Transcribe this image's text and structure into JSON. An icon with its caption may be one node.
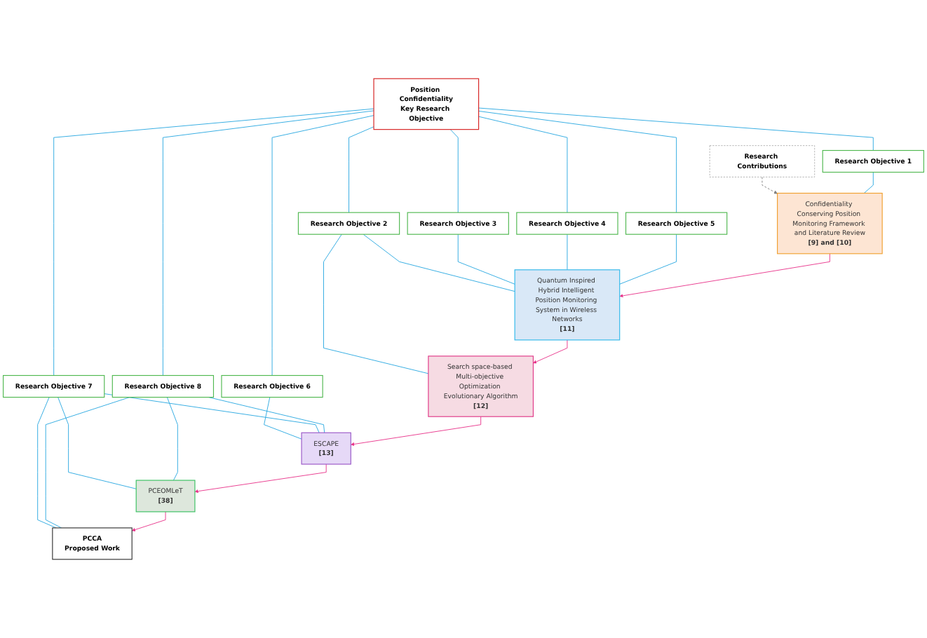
{
  "diagram": {
    "nodes": [
      {
        "text": [
          "Position Confidentiality",
          "Key Research Objective"
        ]
      },
      {
        "text": [
          "Research Objective 1"
        ]
      },
      {
        "text": [
          "Research Objective 2"
        ]
      },
      {
        "text": [
          "Research Objective 3"
        ]
      },
      {
        "text": [
          "Research Objective 4"
        ]
      },
      {
        "text": [
          "Research Objective 5"
        ]
      },
      {
        "text": [
          "Research Objective 6"
        ]
      },
      {
        "text": [
          "Research Objective 7"
        ]
      },
      {
        "text": [
          "Research Objective 8"
        ]
      },
      {
        "text": [
          "Research Contributions"
        ]
      },
      {
        "text": [
          "Confidentiality Conserving Position Monitoring Framework and Literature Review",
          "[9] and [10]"
        ]
      },
      {
        "text": [
          "Quantum Inspired Hybrid Intelligent Position Monitoring System in Wireless Networks",
          "[11]"
        ]
      },
      {
        "text": [
          "Search space-based Multi-objective Optimization Evolutionary Algorithm",
          "[12]"
        ]
      },
      {
        "text": [
          "ESCAPE",
          "[13]"
        ]
      },
      {
        "text": [
          "PCEOMLeT",
          "[38]"
        ]
      },
      {
        "text": [
          "PCCA",
          "Proposed Work"
        ]
      }
    ],
    "edges": [
      {
        "from": 0,
        "to": 1,
        "arrow": "none"
      },
      {
        "from": 0,
        "to": 2,
        "arrow": "none"
      },
      {
        "from": 0,
        "to": 3,
        "arrow": "none"
      },
      {
        "from": 0,
        "to": 4,
        "arrow": "none"
      },
      {
        "from": 0,
        "to": 5,
        "arrow": "none"
      },
      {
        "from": 0,
        "to": 6,
        "arrow": "none"
      },
      {
        "from": 0,
        "to": 7,
        "arrow": "none"
      },
      {
        "from": 0,
        "to": 8,
        "arrow": "none"
      },
      {
        "from": 9,
        "to": 10,
        "arrow": "to",
        "style": "dashed",
        "color": "#808080"
      },
      {
        "from": 1,
        "to": 10,
        "arrow": "none"
      },
      {
        "from": 2,
        "to": 11,
        "arrow": "none"
      },
      {
        "from": 3,
        "to": 11,
        "arrow": "none"
      },
      {
        "from": 4,
        "to": 11,
        "arrow": "none"
      },
      {
        "from": 5,
        "to": 11,
        "arrow": "none"
      },
      {
        "from": 2,
        "to": 12,
        "arrow": "none"
      },
      {
        "from": 6,
        "to": 13,
        "arrow": "none"
      },
      {
        "from": 7,
        "to": 13,
        "arrow": "none"
      },
      {
        "from": 8,
        "to": 13,
        "arrow": "none"
      },
      {
        "from": 7,
        "to": 14,
        "arrow": "none"
      },
      {
        "from": 8,
        "to": 14,
        "arrow": "none"
      },
      {
        "from": 7,
        "to": 15,
        "arrow": "none"
      },
      {
        "from": 8,
        "to": 15,
        "arrow": "none"
      },
      {
        "from": 10,
        "to": 11,
        "arrow": "to",
        "color": "#e8338a"
      },
      {
        "from": 11,
        "to": 12,
        "arrow": "to",
        "color": "#e8338a"
      },
      {
        "from": 12,
        "to": 13,
        "arrow": "to",
        "color": "#e8338a"
      },
      {
        "from": 13,
        "to": 14,
        "arrow": "to",
        "color": "#e8338a"
      },
      {
        "from": 14,
        "to": 15,
        "arrow": "to",
        "color": "#e8338a"
      }
    ]
  }
}
